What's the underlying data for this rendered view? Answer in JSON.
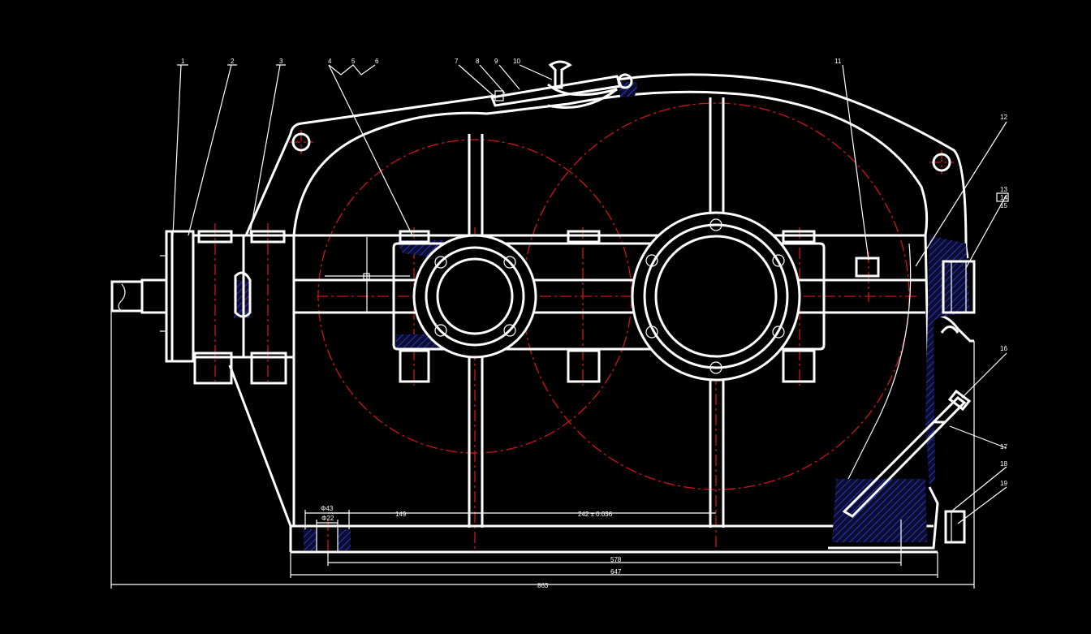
{
  "colors": {
    "background": "#000000",
    "outline": "#ffffff",
    "center_lines": "#d0141a",
    "hatch": "#1a2a9a"
  },
  "callouts": [
    "1",
    "2",
    "3",
    "4",
    "5",
    "6",
    "7",
    "8",
    "9",
    "10",
    "11",
    "12",
    "13",
    "14",
    "15",
    "16",
    "17",
    "18",
    "19"
  ],
  "dimensions": {
    "d43": "Φ43",
    "d22": "Φ22",
    "d149": "149",
    "center_distance": "242 ± 0.036",
    "d578": "578",
    "d647": "647",
    "d863": "863"
  }
}
